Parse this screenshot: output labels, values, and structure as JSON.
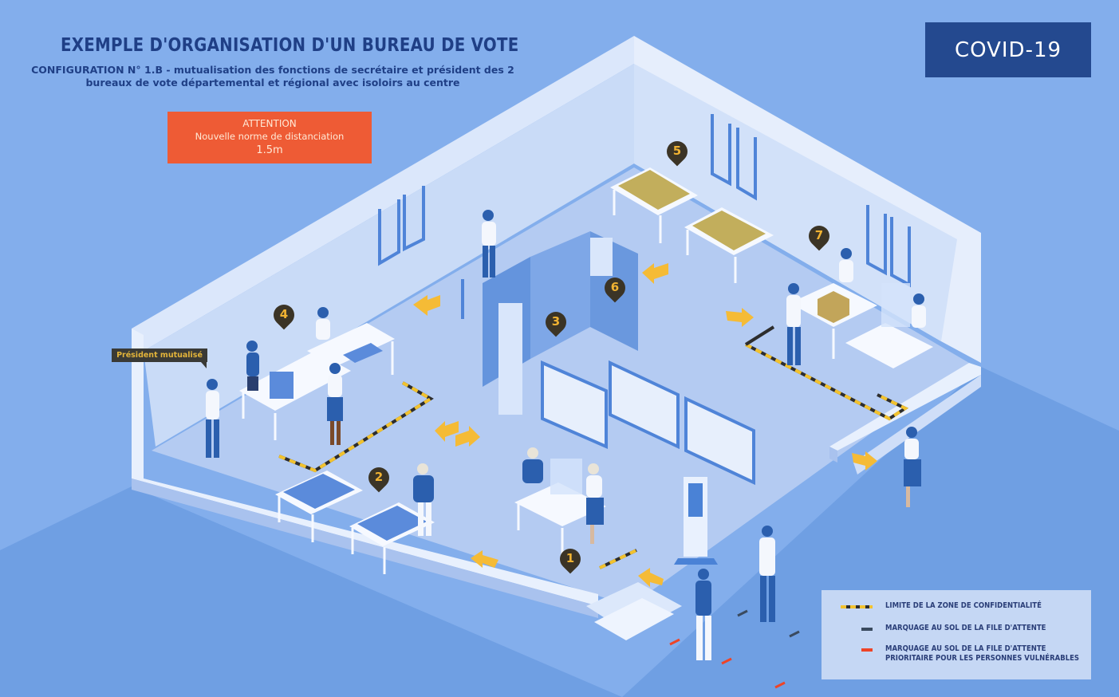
{
  "header": {
    "title": "EXEMPLE D'ORGANISATION D'UN BUREAU DE VOTE",
    "subtitle": "CONFIGURATION N° 1.B - mutualisation des fonctions de secrétaire et président des 2 bureaux de vote départemental et régional avec isoloirs au centre"
  },
  "badge": {
    "label": "COVID-19",
    "color": "#24498f"
  },
  "attention": {
    "title": "ATTENTION",
    "text": "Nouvelle norme de distanciation",
    "value": "1.5m",
    "color": "#ee5b35"
  },
  "callout": {
    "label": "Président mutualisé"
  },
  "markers": [
    "1",
    "2",
    "3",
    "4",
    "5",
    "6",
    "7"
  ],
  "legend": {
    "items": [
      {
        "type": "confidentiality-line",
        "label": "LIMITE DE LA ZONE DE CONFIDENTIALITÉ"
      },
      {
        "type": "queue-marking",
        "label": "MARQUAGE AU SOL DE LA FILE D'ATTENTE"
      },
      {
        "type": "priority-queue-marking",
        "label": "MARQUAGE AU SOL DE LA FILE D'ATTENTE PRIORITAIRE POUR LES PERSONNES VULNÉRABLES"
      }
    ]
  },
  "colors": {
    "background": "#7fabea",
    "floor": "#b2c9f1",
    "wall": "#dae6fa",
    "arrow": "#f5bb36",
    "queue_marking": "#3a4a5f",
    "priority_marking": "#ee4427"
  }
}
